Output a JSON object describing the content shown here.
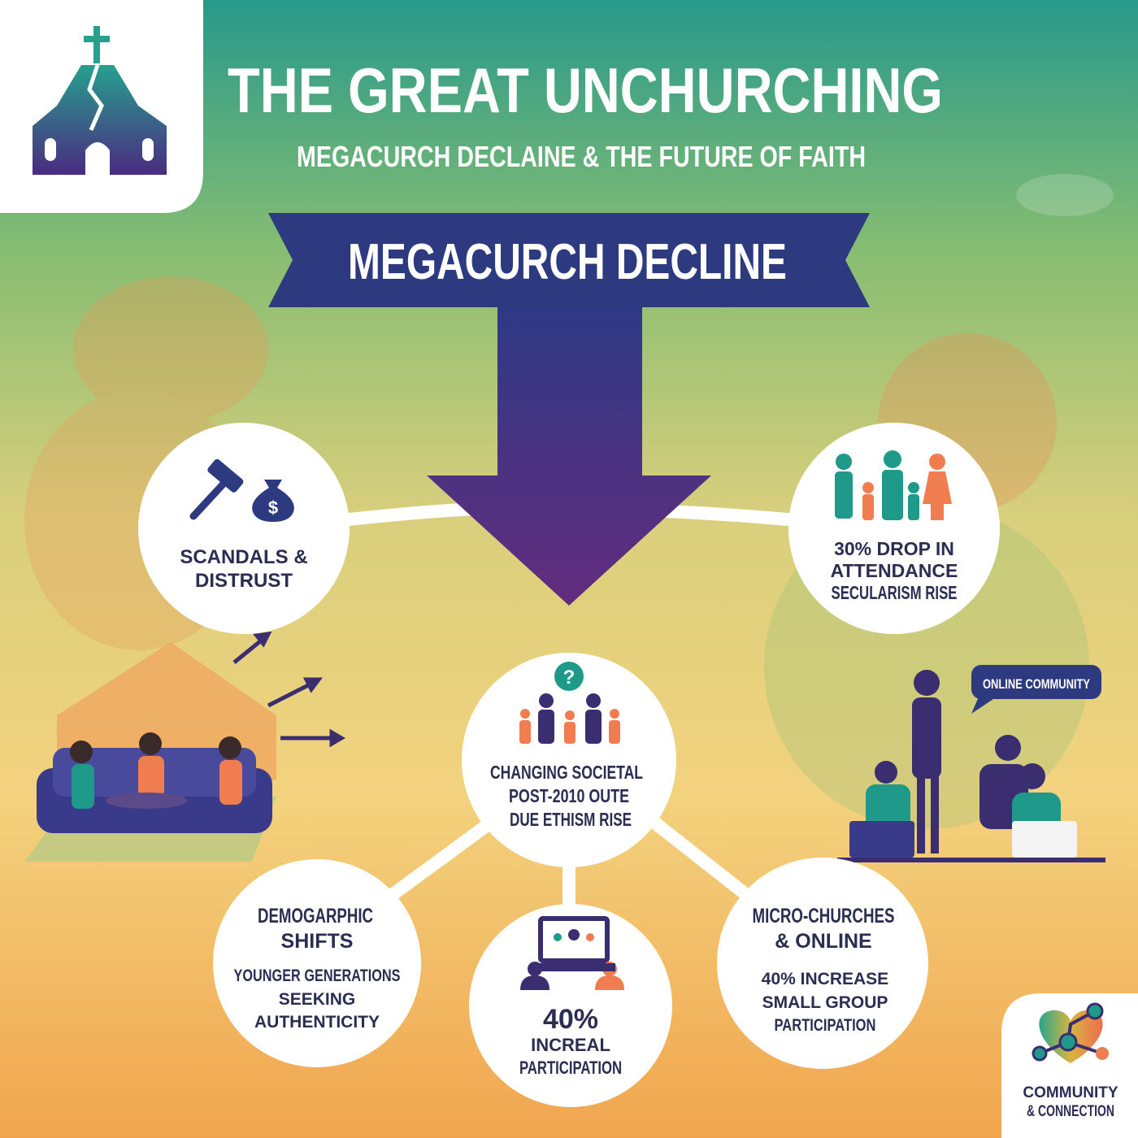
{
  "header": {
    "title": "THE GREAT UNCHURCHING",
    "subtitle": "MEGACURCH DECLAINE & THE FUTURE OF FAITH",
    "logo_icon": "cracked-church-icon"
  },
  "banner": {
    "label": "MEGACURCH DECLINE"
  },
  "nodes": {
    "scandals": {
      "icon": "gavel-money-bag-icon",
      "lines": [
        "SCANDALS &",
        "DISTRUST"
      ]
    },
    "attendance": {
      "icon": "family-icon",
      "lines": [
        "30% DROP IN",
        "ATTENDANCE",
        "SECULARISM RISE"
      ]
    },
    "societal": {
      "icon": "question-people-icon",
      "lines": [
        "CHANGING SOCIETAL",
        "POST-2010 OUTE",
        "DUE ETHISM RISE"
      ]
    },
    "demographic": {
      "title": [
        "DEMOGARPHIC",
        "SHIFTS"
      ],
      "lines": [
        "YOUNGER GENERATIONS",
        "SEEKING",
        "AUTHENTICITY"
      ]
    },
    "participation": {
      "icon": "video-call-icon",
      "value": "40%",
      "lines": [
        "INCREAL",
        "PARTICIPATION"
      ]
    },
    "micro": {
      "title": [
        "MICRO-CHURCHES",
        "& ONLINE"
      ],
      "lines": [
        "40% INCREASE",
        "SMALL GROUP",
        "PARTICIPATION"
      ]
    }
  },
  "online_bubble": "ONLINE COMMUNITY",
  "corner": {
    "icon": "heart-network-icon",
    "lines": [
      "COMMUNITY",
      "& CONNECTION"
    ]
  },
  "colors": {
    "navy": "#2e3a80",
    "purple": "#5a2d82",
    "teal": "#2a9d8a",
    "orange": "#ef7d4f",
    "text": "#2b2d52"
  }
}
